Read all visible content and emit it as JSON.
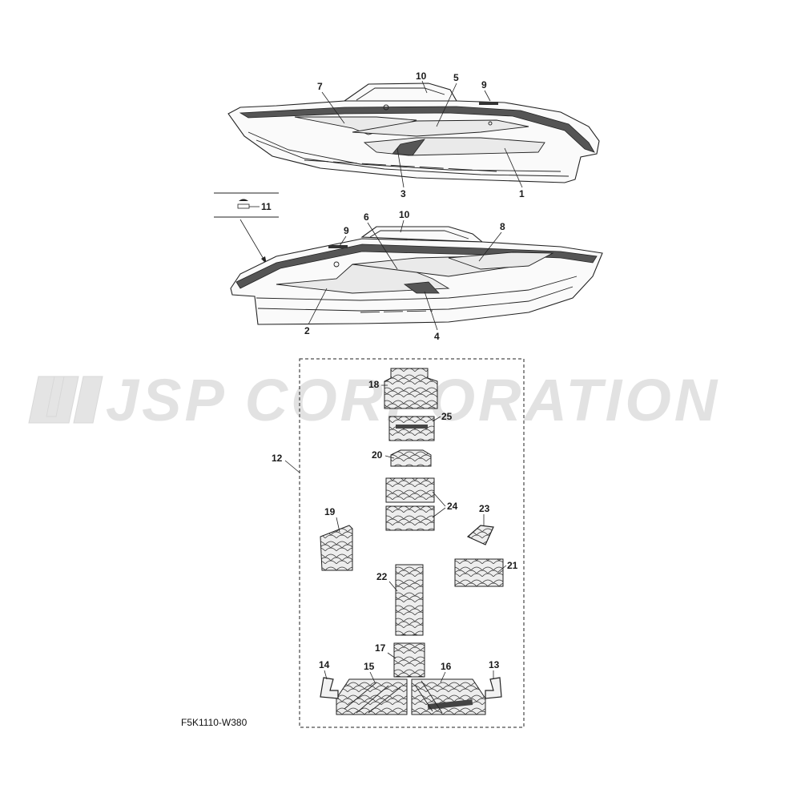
{
  "watermark": {
    "text": "JSP CORPORATION"
  },
  "diagram_code": "F5K1110-W380",
  "callouts": {
    "c1": "1",
    "c2": "2",
    "c3": "3",
    "c4": "4",
    "c5": "5",
    "c6": "6",
    "c7": "7",
    "c8": "8",
    "c9a": "9",
    "c9b": "9",
    "c10a": "10",
    "c10b": "10",
    "c11": "11",
    "c12": "12",
    "c13": "13",
    "c14": "14",
    "c15": "15",
    "c16": "16",
    "c17": "17",
    "c18": "18",
    "c19": "19",
    "c20": "20",
    "c21": "21",
    "c22": "22",
    "c23": "23",
    "c24": "24",
    "c25": "25"
  }
}
